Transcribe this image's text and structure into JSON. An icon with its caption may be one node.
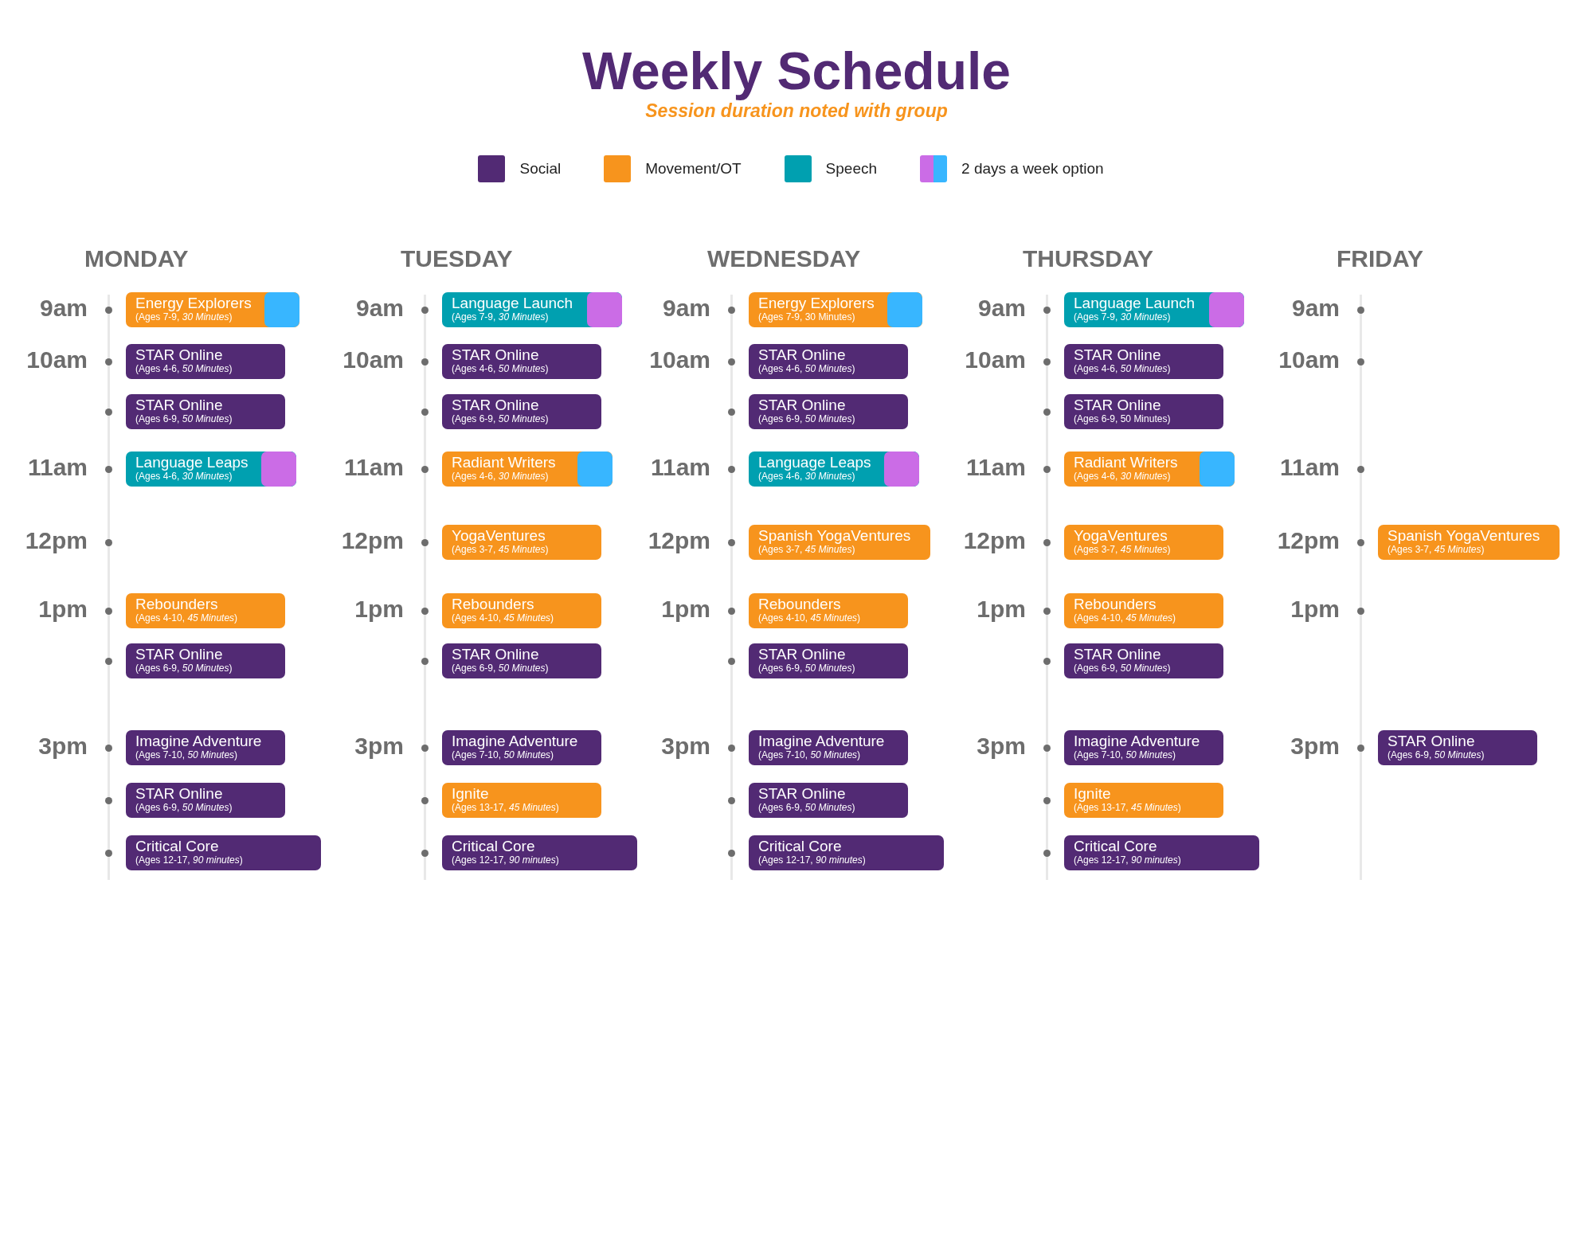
{
  "diagram": {
    "title": "Weekly Schedule",
    "caption": "Session duration noted with group",
    "nodes": [
      {
        "text": [
          "Energy Explorers",
          "(Ages 7-9, *30 Minutes*)"
        ]
      },
      {
        "text": [
          "STAR Online",
          "(Ages 4-6, *50 Minutes*)"
        ]
      },
      {
        "text": [
          "STAR Online",
          "(Ages 6-9, *50 Minutes*)"
        ]
      },
      {
        "text": [
          "Language Leaps",
          "(Ages 4-6, *30 Minutes*)"
        ]
      },
      {
        "text": [
          "Rebounders",
          "(Ages 4-10, *45 Minutes*)"
        ]
      },
      {
        "text": [
          "STAR Online",
          "(Ages 6-9, *50 Minutes*)"
        ]
      },
      {
        "text": [
          "Imagine Adventure",
          "(Ages 7-10, *50 Minutes*)"
        ]
      },
      {
        "text": [
          "STAR Online",
          "(Ages 6-9, *50 Minutes*)"
        ]
      },
      {
        "text": [
          "Critical Core",
          "(Ages 12-17, *90 minutes*)"
        ]
      },
      {
        "text": [
          "Language Launch",
          "(Ages 7-9, *30 Minutes*)"
        ]
      },
      {
        "text": [
          "STAR Online",
          "(Ages 4-6, *50 Minutes*)"
        ]
      },
      {
        "text": [
          "STAR Online",
          "(Ages 6-9, *50 Minutes*)"
        ]
      },
      {
        "text": [
          "Radiant Writers",
          "(Ages 4-6, *30 Minutes*)"
        ]
      },
      {
        "text": [
          "YogaVentures",
          "(Ages 3-7, *45 Minutes*)"
        ]
      },
      {
        "text": [
          "Rebounders",
          "(Ages 4-10, *45 Minutes*)"
        ]
      },
      {
        "text": [
          "STAR Online",
          "(Ages 6-9, *50 Minutes*)"
        ]
      },
      {
        "text": [
          "Imagine Adventure",
          "(Ages 7-10, *50 Minutes*)"
        ]
      },
      {
        "text": [
          "Ignite",
          "(Ages 13-17, *45 Minutes*)"
        ]
      },
      {
        "text": [
          "Critical Core",
          "(Ages 12-17, *90 minutes*)"
        ]
      },
      {
        "text": [
          "Energy Explorers",
          "(Ages 7-9, 30 Minutes)"
        ]
      },
      {
        "text": [
          "STAR Online",
          "(Ages 4-6, *50 Minutes*)"
        ]
      },
      {
        "text": [
          "STAR Online",
          "(Ages 6-9, *50 Minutes*)"
        ]
      },
      {
        "text": [
          "Language Leaps",
          "(Ages 4-6, *30 Minutes*)"
        ]
      },
      {
        "text": [
          "Spanish YogaVentures",
          "(Ages 3-7, *45 Minutes*)"
        ]
      },
      {
        "text": [
          "Rebounders",
          "(Ages 4-10, *45 Minutes*)"
        ]
      },
      {
        "text": [
          "STAR Online",
          "(Ages 6-9, *50 Minutes*)"
        ]
      },
      {
        "text": [
          "Imagine Adventure",
          "(Ages 7-10, *50 Minutes*)"
        ]
      },
      {
        "text": [
          "STAR Online",
          "(Ages 6-9, *50 Minutes*)"
        ]
      },
      {
        "text": [
          "Critical Core",
          "(Ages 12-17, *90 minutes*)"
        ]
      },
      {
        "text": [
          "Language Launch",
          "(Ages 7-9, *30 Minutes*)"
        ]
      },
      {
        "text": [
          "STAR Online",
          "(Ages 4-6, *50 Minutes*)"
        ]
      },
      {
        "text": [
          "STAR Online",
          "(Ages 6-9, 50 Minutes)"
        ]
      },
      {
        "text": [
          "Radiant Writers",
          "(Ages 4-6, *30 Minutes*)"
        ]
      },
      {
        "text": [
          "YogaVentures",
          "(Ages 3-7, *45 Minutes*)"
        ]
      },
      {
        "text": [
          "Rebounders",
          "(Ages 4-10, *45 Minutes*)"
        ]
      },
      {
        "text": [
          "STAR Online",
          "(Ages 6-9, *50 Minutes*)"
        ]
      },
      {
        "text": [
          "Imagine Adventure",
          "(Ages 7-10, *50 Minutes*)"
        ]
      },
      {
        "text": [
          "Ignite",
          "(Ages 13-17, *45 Minutes*)"
        ]
      },
      {
        "text": [
          "Critical Core",
          "(Ages 12-17, *90 minutes*)"
        ]
      },
      {
        "text": [
          "Spanish YogaVentures",
          "(Ages 3-7, *45 Minutes*)"
        ]
      },
      {
        "text": [
          "STAR Online",
          "(Ages 6-9, *50 Minutes*)"
        ]
      }
    ],
    "edges": [],
    "labels": [
      "MONDAY",
      "TUESDAY",
      "WEDNESDAY",
      "THURSDAY",
      "FRIDAY",
      "9am",
      "9am",
      "9am",
      "9am",
      "9am",
      "10am",
      "10am",
      "10am",
      "10am",
      "10am",
      "11am",
      "11am",
      "11am",
      "11am",
      "11am",
      "12pm",
      "12pm",
      "12pm",
      "12pm",
      "12pm",
      "1pm",
      "1pm",
      "1pm",
      "1pm",
      "1pm",
      "3pm",
      "3pm",
      "3pm",
      "3pm",
      "3pm"
    ],
    "legend": [
      {
        "text": "Social",
        "color": "#522a74"
      },
      {
        "text": "Movement/OT",
        "color": "#f7941d"
      },
      {
        "text": "Speech",
        "color": "#00a0b0"
      },
      {
        "text": "2 days a week option"
      }
    ]
  }
}
